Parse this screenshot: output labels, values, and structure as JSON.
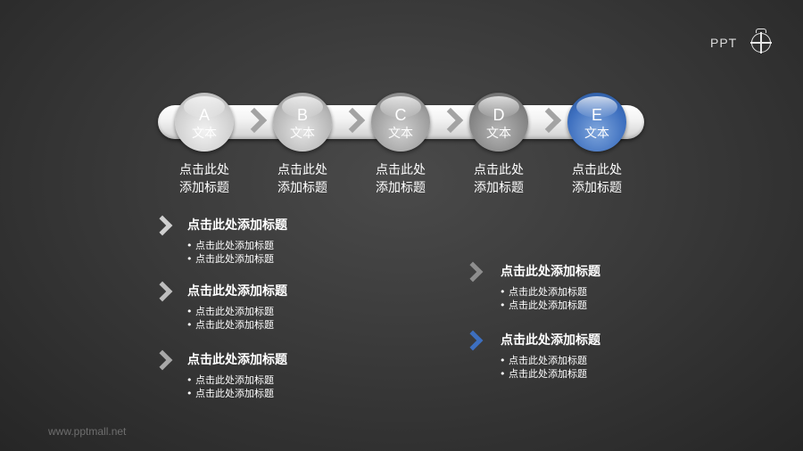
{
  "logo": {
    "text": "PPT",
    "icon": "ppt-stopwatch-logo-icon"
  },
  "steps": [
    {
      "letter": "A",
      "label": "文本",
      "color": "#c9c9c9"
    },
    {
      "letter": "B",
      "label": "文本",
      "color": "#b0b0b0"
    },
    {
      "letter": "C",
      "label": "文本",
      "color": "#989898"
    },
    {
      "letter": "D",
      "label": "文本",
      "color": "#7f7f7f"
    },
    {
      "letter": "E",
      "label": "文本",
      "color": "#3d6fbf"
    }
  ],
  "captions": [
    {
      "line1": "点击此处",
      "line2": "添加标题"
    },
    {
      "line1": "点击此处",
      "line2": "添加标题"
    },
    {
      "line1": "点击此处",
      "line2": "添加标题"
    },
    {
      "line1": "点击此处",
      "line2": "添加标题"
    },
    {
      "line1": "点击此处",
      "line2": "添加标题"
    }
  ],
  "items": [
    {
      "title": "点击此处添加标题",
      "bullets": [
        "点击此处添加标题",
        "点击此处添加标题"
      ],
      "chevron_color": "#cfcfcf"
    },
    {
      "title": "点击此处添加标题",
      "bullets": [
        "点击此处添加标题",
        "点击此处添加标题"
      ],
      "chevron_color": "#bdbdbd"
    },
    {
      "title": "点击此处添加标题",
      "bullets": [
        "点击此处添加标题",
        "点击此处添加标题"
      ],
      "chevron_color": "#a8a8a8"
    },
    {
      "title": "点击此处添加标题",
      "bullets": [
        "点击此处添加标题",
        "点击此处添加标题"
      ],
      "chevron_color": "#8e8e8e"
    },
    {
      "title": "点击此处添加标题",
      "bullets": [
        "点击此处添加标题",
        "点击此处添加标题"
      ],
      "chevron_color": "#3d6fbf"
    }
  ],
  "footer": {
    "url": "www.pptmall.net"
  }
}
